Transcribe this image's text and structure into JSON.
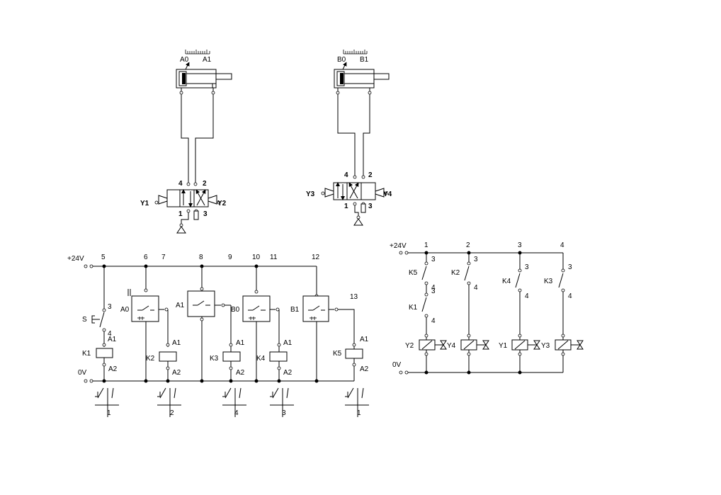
{
  "pneumatic": {
    "cyl_a": {
      "left": "A0",
      "right": "A1"
    },
    "cyl_b": {
      "left": "B0",
      "right": "B1"
    },
    "valve_a": {
      "p4": "4",
      "p2": "2",
      "p1": "1",
      "p3": "3",
      "sol_left": "Y1",
      "sol_right": "Y2"
    },
    "valve_b": {
      "p4": "4",
      "p2": "2",
      "p1": "1",
      "p3": "3",
      "sol_left": "Y3",
      "sol_right": "Y4"
    }
  },
  "control": {
    "supply": "+24V",
    "ground": "0V",
    "columns": [
      "5",
      "6",
      "7",
      "8",
      "9",
      "10",
      "11",
      "12",
      "13"
    ],
    "switch_s": {
      "name": "S",
      "t3": "3",
      "t4": "4"
    },
    "sensors": [
      "A0",
      "A1",
      "B0",
      "B1"
    ],
    "relays": [
      {
        "name": "K1",
        "a1": "A1",
        "a2": "A2"
      },
      {
        "name": "K2",
        "a1": "A1",
        "a2": "A2"
      },
      {
        "name": "K3",
        "a1": "A1",
        "a2": "A2"
      },
      {
        "name": "K4",
        "a1": "A1",
        "a2": "A2"
      },
      {
        "name": "K5",
        "a1": "A1",
        "a2": "A2"
      }
    ],
    "contact_refs": [
      "1",
      "2",
      "4",
      "3",
      "1"
    ]
  },
  "power": {
    "supply": "+24V",
    "ground": "0V",
    "columns": [
      "1",
      "2",
      "3",
      "4"
    ],
    "contacts": [
      {
        "name": "K5",
        "t3": "3",
        "t4": "4"
      },
      {
        "name": "K1",
        "t3": "3",
        "t4": "4"
      },
      {
        "name": "K2",
        "t3": "3",
        "t4": "4"
      },
      {
        "name": "K4",
        "t3": "3",
        "t4": "4"
      },
      {
        "name": "K3",
        "t3": "3",
        "t4": "4"
      }
    ],
    "solenoids": [
      "Y2",
      "Y4",
      "Y1",
      "Y3"
    ]
  }
}
